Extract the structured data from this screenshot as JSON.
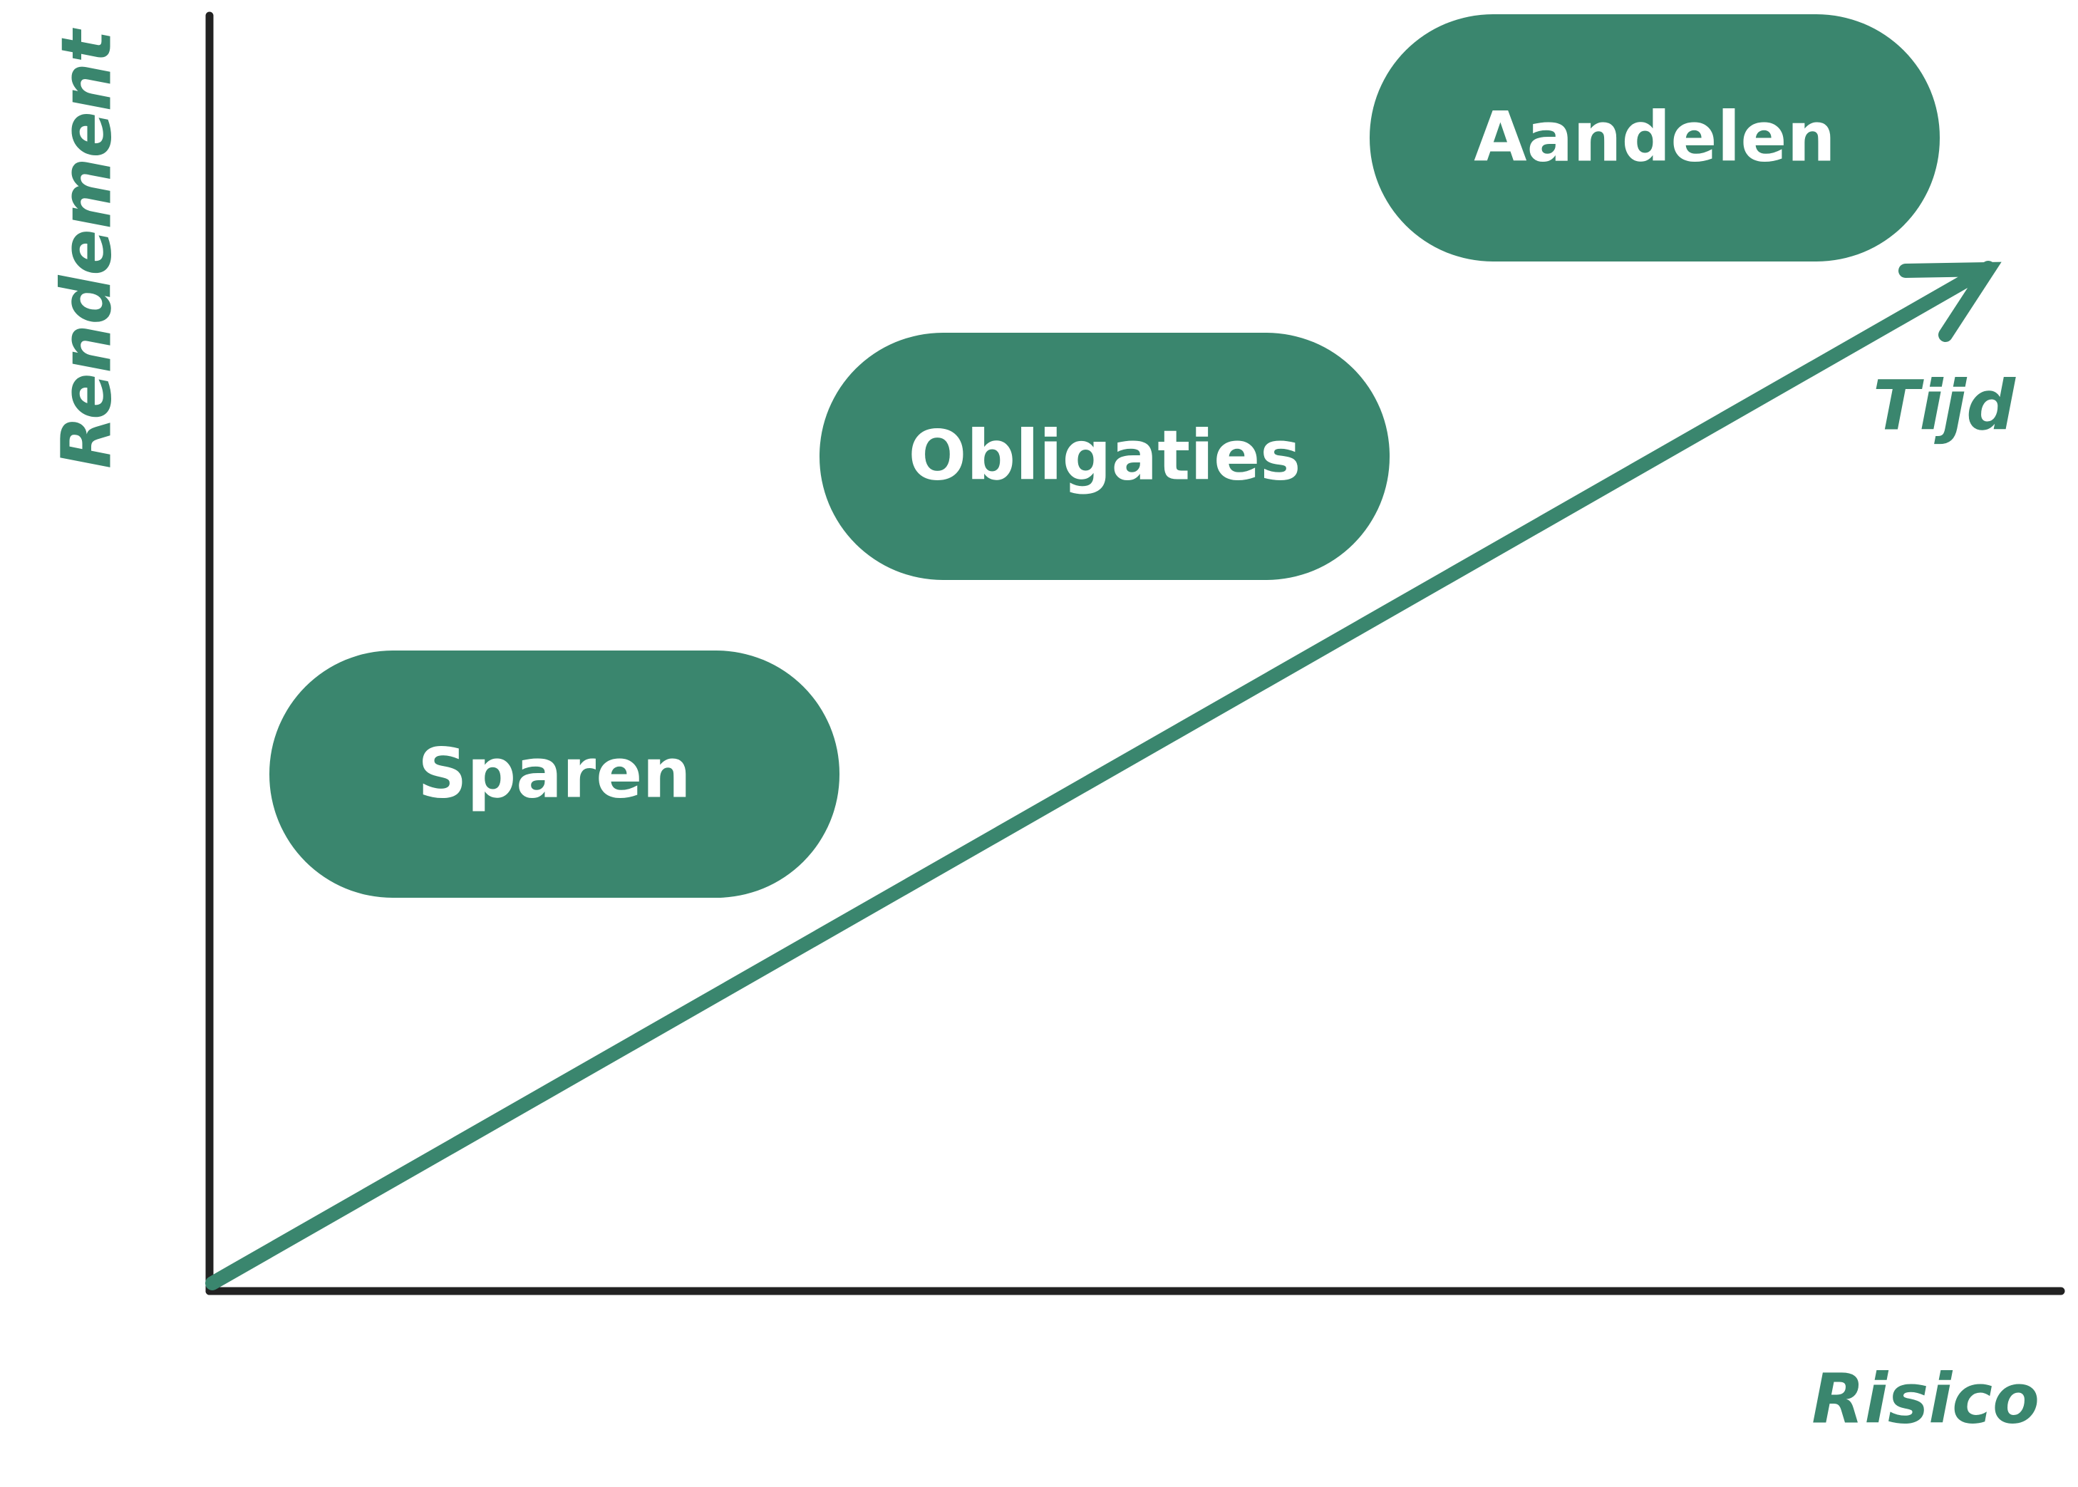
{
  "diagram": {
    "colors": {
      "accent": "#3a866e",
      "axis": "#222222",
      "pill_text": "#ffffff",
      "background": "#ffffff"
    },
    "y_axis_label": "Rendement",
    "x_axis_label": "Risico",
    "arrow_label": "Tijd",
    "pills": [
      {
        "label": "Sparen"
      },
      {
        "label": "Obligaties"
      },
      {
        "label": "Aandelen"
      }
    ]
  }
}
